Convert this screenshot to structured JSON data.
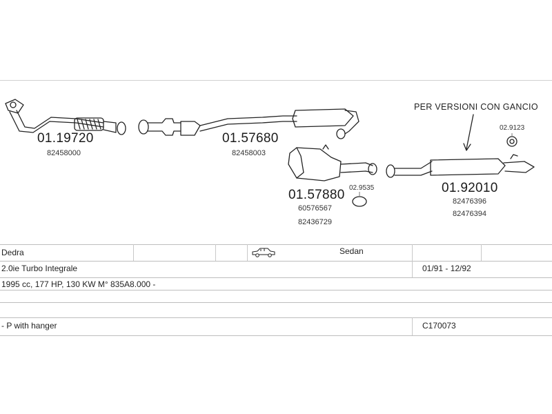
{
  "diagram": {
    "note": "PER VERSIONI CON GANCIO",
    "parts": [
      {
        "number": "01.19720",
        "oe": [
          "82458000"
        ]
      },
      {
        "number": "01.57680",
        "oe": [
          "82458003"
        ]
      },
      {
        "number": "01.57880",
        "oe": [
          "60576567",
          "82436729"
        ]
      },
      {
        "number": "02.9535",
        "oe": []
      },
      {
        "number": "01.92010",
        "oe": [
          "82476396",
          "82476394"
        ]
      },
      {
        "number": "02.9123",
        "oe": []
      }
    ]
  },
  "vehicle": {
    "model": "Dedra",
    "body": "Sedan",
    "engine": "2.0ie Turbo Integrale",
    "years": "01/91 - 12/92",
    "specs": "1995 cc, 177 HP, 130 KW M° 835A8.000 -",
    "notes": "- P with hanger",
    "code": "C170073"
  }
}
